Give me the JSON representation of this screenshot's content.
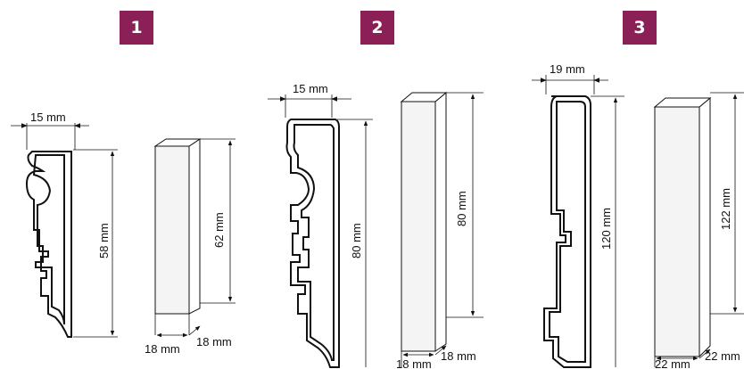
{
  "badges": [
    "1",
    "2",
    "3"
  ],
  "colors": {
    "badge": "#8a2055",
    "line": "#111111",
    "face": "#f4f4f4"
  },
  "variants": [
    {
      "profile_width": "15 mm",
      "profile_height": "58 mm",
      "block_height": "62 mm",
      "block_width": "18 mm",
      "block_depth": "18 mm"
    },
    {
      "profile_width": "15 mm",
      "profile_height": "80 mm",
      "block_height": "80 mm",
      "block_width": "18 mm",
      "block_depth": "18 mm"
    },
    {
      "profile_width": "19 mm",
      "profile_height": "120 mm",
      "block_height": "122 mm",
      "block_width": "22 mm",
      "block_depth": "22 mm"
    }
  ]
}
